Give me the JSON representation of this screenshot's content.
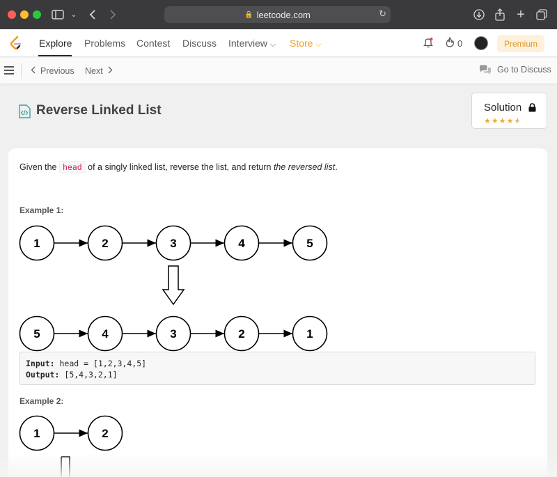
{
  "browser": {
    "url": "leetcode.com"
  },
  "nav": {
    "items": [
      "Explore",
      "Problems",
      "Contest",
      "Discuss",
      "Interview",
      "Store"
    ],
    "streak_count": "0",
    "premium_label": "Premium"
  },
  "subbar": {
    "previous": "Previous",
    "next": "Next",
    "discuss": "Go to Discuss"
  },
  "problem": {
    "title": "Reverse Linked List",
    "solution_label": "Solution",
    "rating_stars": 4.5,
    "desc_before": "Given the ",
    "desc_code": "head",
    "desc_mid": " of a singly linked list, reverse the list, and return ",
    "desc_em": "the reversed list",
    "desc_end": "."
  },
  "example1": {
    "title": "Example 1:",
    "top_list": [
      "1",
      "2",
      "3",
      "4",
      "5"
    ],
    "bottom_list": [
      "5",
      "4",
      "3",
      "2",
      "1"
    ],
    "input_label": "Input:",
    "input_value": " head = [1,2,3,4,5]",
    "output_label": "Output:",
    "output_value": " [5,4,3,2,1]"
  },
  "example2": {
    "title": "Example 2:",
    "top_list": [
      "1",
      "2"
    ]
  },
  "colors": {
    "accent_orange": "#f0a020",
    "title_icon": "#3ca1a1"
  }
}
